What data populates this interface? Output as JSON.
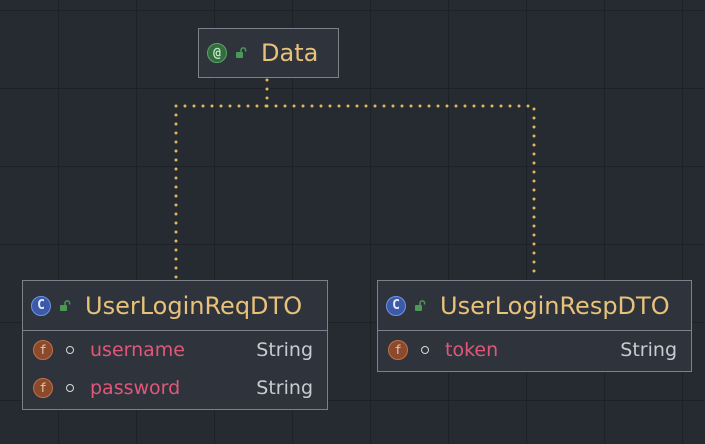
{
  "diagram": {
    "annotation": {
      "name": "Data",
      "kind": "annotation",
      "visibility": "public"
    },
    "classes": [
      {
        "name": "UserLoginReqDTO",
        "kind": "class",
        "visibility": "public",
        "fields": [
          {
            "name": "username",
            "type": "String",
            "visibility": "private"
          },
          {
            "name": "password",
            "type": "String",
            "visibility": "private"
          }
        ]
      },
      {
        "name": "UserLoginRespDTO",
        "kind": "class",
        "visibility": "public",
        "fields": [
          {
            "name": "token",
            "type": "String",
            "visibility": "private"
          }
        ]
      }
    ],
    "relations": [
      {
        "from": "UserLoginReqDTO",
        "to": "Data",
        "style": "dotted"
      },
      {
        "from": "UserLoginRespDTO",
        "to": "Data",
        "style": "dotted"
      }
    ],
    "colors": {
      "edge": "#e2b85a",
      "background": "#262a31",
      "node_fill": "#2f343c",
      "title": "#e8c17a",
      "field_name": "#e0577a",
      "field_type": "#c8ccd2"
    },
    "icons": {
      "annotation": "at-sign-icon",
      "class": "class-c-icon",
      "field": "field-f-icon",
      "public": "unlocked-padlock-icon",
      "private": "circle-dot-icon"
    },
    "badge_letters": {
      "annotation": "@",
      "class": "C",
      "field": "f"
    }
  }
}
